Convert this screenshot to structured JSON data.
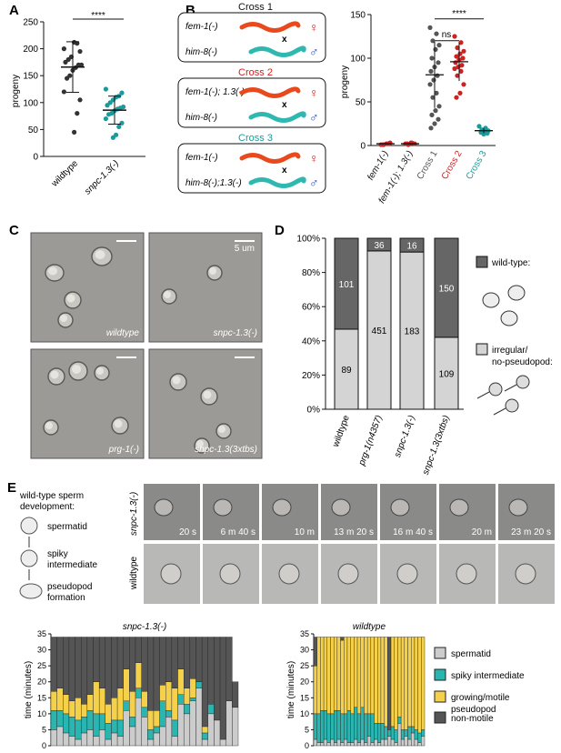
{
  "panels": {
    "A": {
      "label": "A",
      "chart_data": {
        "type": "scatter",
        "ylabel": "progeny",
        "ylim": [
          0,
          250
        ],
        "yticks": [
          0,
          50,
          100,
          150,
          200,
          250
        ],
        "categories": [
          "wildtype",
          "snpc-1.3(-)"
        ],
        "significance": "****",
        "series": [
          {
            "values": [
              200,
              195,
              210,
              212,
              185,
              180,
              175,
              170,
              170,
              165,
              160,
              150,
              145,
              120,
              105,
              80,
              45
            ],
            "mean": 166,
            "sd": 47,
            "color": "#333333"
          },
          {
            "values": [
              125,
              118,
              112,
              110,
              105,
              100,
              95,
              92,
              90,
              88,
              85,
              80,
              78,
              70,
              62,
              55,
              40,
              35
            ],
            "mean": 86,
            "sd": 26,
            "color": "#1a9a9a"
          }
        ]
      }
    },
    "B": {
      "label": "B",
      "crosses": [
        {
          "title": "Cross 1",
          "female": "fem-1(-)",
          "male": "him-8(-)",
          "x": "x",
          "title_color": "#111111"
        },
        {
          "title": "Cross 2",
          "female": "fem-1(-); 1.3(-)",
          "male": "him-8(-)",
          "x": "x",
          "title_color": "#cc2222"
        },
        {
          "title": "Cross 3",
          "female": "fem-1(-)",
          "male": "him-8(-);1.3(-)",
          "x": "x",
          "title_color": "#1a9a9a"
        }
      ],
      "female_symbol": "♀",
      "male_symbol": "♂",
      "chart_data": {
        "type": "scatter",
        "ylabel": "progeny",
        "ylim": [
          0,
          150
        ],
        "yticks": [
          0,
          50,
          100,
          150
        ],
        "categories": [
          "fem-1(-)",
          "fem-1(-); 1.3(-)",
          "Cross 1",
          "Cross 2",
          "Cross 3"
        ],
        "category_colors": [
          "#111111",
          "#111111",
          "#555555",
          "#cc2222",
          "#1a9a9a"
        ],
        "significance": [
          {
            "label": "ns",
            "from": 2,
            "to": 3
          },
          {
            "label": "****",
            "from": 2,
            "to": 4
          }
        ],
        "series": [
          {
            "values": [
              1,
              2,
              1,
              3,
              2,
              1,
              2
            ],
            "mean": 2,
            "sd": 1,
            "color": "#cc2222"
          },
          {
            "values": [
              2,
              3,
              1,
              2,
              3,
              2
            ],
            "mean": 2,
            "sd": 1,
            "color": "#cc2222"
          },
          {
            "values": [
              135,
              128,
              120,
              115,
              110,
              100,
              95,
              90,
              85,
              80,
              75,
              70,
              60,
              55,
              45,
              40,
              35,
              30,
              25,
              20
            ],
            "mean": 81,
            "sd": 38,
            "color": "#555555"
          },
          {
            "values": [
              125,
              118,
              112,
              108,
              105,
              102,
              100,
              98,
              95,
              92,
              90,
              88,
              85,
              80,
              70,
              60,
              55
            ],
            "mean": 96,
            "sd": 22,
            "color": "#cc2222"
          },
          {
            "values": [
              22,
              20,
              18,
              17,
              16,
              15,
              14,
              13
            ],
            "mean": 17,
            "sd": 3,
            "color": "#1a9a9a"
          }
        ]
      }
    },
    "C": {
      "label": "C",
      "images": [
        {
          "label": "wildtype",
          "scalebar": ""
        },
        {
          "label": "snpc-1.3(-)",
          "scalebar": "5 um"
        },
        {
          "label": "prg-1(-)",
          "scalebar": ""
        },
        {
          "label": "snpc-1.3(3xtbs)",
          "scalebar": ""
        }
      ]
    },
    "D": {
      "label": "D",
      "chart_data": {
        "type": "bar",
        "stacked": true,
        "yticks": [
          "0%",
          "20%",
          "40%",
          "60%",
          "80%",
          "100%"
        ],
        "categories": [
          "wildtype",
          "prg-1(n4357)",
          "snpc-1.3(-)",
          "snpc-1.3(3xtbs)"
        ],
        "series": [
          {
            "name": "irregular/ no-pseudopod:",
            "values": [
              89,
              451,
              183,
              109
            ],
            "color": "#d4d4d4"
          },
          {
            "name": "wild-type:",
            "values": [
              101,
              36,
              16,
              150
            ],
            "color": "#666666"
          }
        ]
      },
      "legend": {
        "wt": "wild-type:",
        "irr1": "irregular/",
        "irr2": "no-pseudopod:"
      }
    },
    "E": {
      "label": "E",
      "dev_title": [
        "wild-type sperm",
        "development:"
      ],
      "stages": [
        "spermatid",
        "spiky",
        "intermediate",
        "pseudopod",
        "formation"
      ],
      "row_labels": [
        "snpc-1.3(-)",
        "wildtype"
      ],
      "timestamps": [
        "20 s",
        "6 m 40 s",
        "10 m",
        "13 m 20 s",
        "16 m 40 s",
        "20 m",
        "23 m 20 s"
      ],
      "charts": [
        {
          "title": "snpc-1.3(-)",
          "chart_data": {
            "type": "bar",
            "stacked": true,
            "ylabel": "time (minutes)",
            "ylim": [
              0,
              35
            ],
            "yticks": [
              0,
              5,
              10,
              15,
              20,
              25,
              30,
              35
            ],
            "bars": [
              [
                5,
                6,
                6,
                17
              ],
              [
                6,
                5,
                7,
                16
              ],
              [
                4,
                6,
                6,
                18
              ],
              [
                3,
                6,
                5,
                20
              ],
              [
                2,
                6,
                7,
                19
              ],
              [
                4,
                5,
                4,
                21
              ],
              [
                5,
                6,
                5,
                18
              ],
              [
                3,
                7,
                10,
                14
              ],
              [
                5,
                5,
                8,
                16
              ],
              [
                2,
                5,
                6,
                21
              ],
              [
                4,
                4,
                7,
                19
              ],
              [
                3,
                5,
                10,
                16
              ],
              [
                11,
                3,
                10,
                10
              ],
              [
                6,
                3,
                8,
                17
              ],
              [
                15,
                3,
                8,
                8
              ],
              [
                9,
                3,
                5,
                17
              ],
              [
                2,
                3,
                6,
                23
              ],
              [
                4,
                2,
                5,
                23
              ],
              [
                6,
                8,
                5,
                15
              ],
              [
                9,
                2,
                9,
                14
              ],
              [
                3,
                5,
                10,
                16
              ],
              [
                13,
                3,
                8,
                10
              ],
              [
                10,
                3,
                5,
                16
              ],
              [
                14,
                1,
                6,
                13
              ],
              [
                18,
                2,
                0,
                14
              ],
              [
                2,
                2,
                2,
                28
              ],
              [
                10,
                3,
                0,
                21
              ],
              [
                8,
                0,
                0,
                26
              ],
              [
                2,
                0,
                0,
                32
              ],
              [
                14,
                0,
                0,
                20
              ],
              [
                12,
                0,
                0,
                8
              ]
            ]
          }
        },
        {
          "title": "wildtype",
          "chart_data": {
            "type": "bar",
            "stacked": true,
            "ylabel": "time (minutes)",
            "ylim": [
              0,
              35
            ],
            "yticks": [
              0,
              5,
              10,
              15,
              20,
              25,
              30,
              35
            ],
            "bars": [
              [
                2,
                8,
                15,
                9
              ],
              [
                1,
                9,
                24,
                0
              ],
              [
                1,
                10,
                23,
                0
              ],
              [
                2,
                9,
                23,
                0
              ],
              [
                1,
                9,
                24,
                0
              ],
              [
                2,
                8,
                24,
                0
              ],
              [
                1,
                10,
                23,
                0
              ],
              [
                2,
                9,
                23,
                0
              ],
              [
                1,
                9,
                23,
                1
              ],
              [
                2,
                8,
                24,
                0
              ],
              [
                1,
                10,
                23,
                0
              ],
              [
                1,
                9,
                24,
                0
              ],
              [
                2,
                10,
                22,
                0
              ],
              [
                1,
                9,
                24,
                0
              ],
              [
                2,
                10,
                22,
                0
              ],
              [
                1,
                9,
                24,
                0
              ],
              [
                3,
                7,
                24,
                0
              ],
              [
                1,
                9,
                24,
                0
              ],
              [
                2,
                5,
                27,
                0
              ],
              [
                1,
                6,
                27,
                0
              ],
              [
                2,
                5,
                27,
                0
              ],
              [
                2,
                4,
                28,
                0
              ],
              [
                3,
                2,
                0,
                29
              ],
              [
                2,
                4,
                28,
                0
              ],
              [
                1,
                4,
                29,
                0
              ],
              [
                7,
                2,
                25,
                0
              ],
              [
                2,
                3,
                29,
                0
              ],
              [
                3,
                2,
                29,
                0
              ],
              [
                2,
                4,
                28,
                0
              ],
              [
                4,
                2,
                28,
                0
              ],
              [
                2,
                3,
                29,
                0
              ],
              [
                1,
                3,
                30,
                0
              ],
              [
                3,
                2,
                29,
                0
              ]
            ]
          }
        }
      ],
      "legend": [
        "spermatid",
        "spiky intermediate",
        "growing/motile",
        "pseudopod",
        "non-motile"
      ],
      "colors": [
        "#cccccc",
        "#2ab5b0",
        "#f5d04a",
        "#555555"
      ]
    }
  }
}
